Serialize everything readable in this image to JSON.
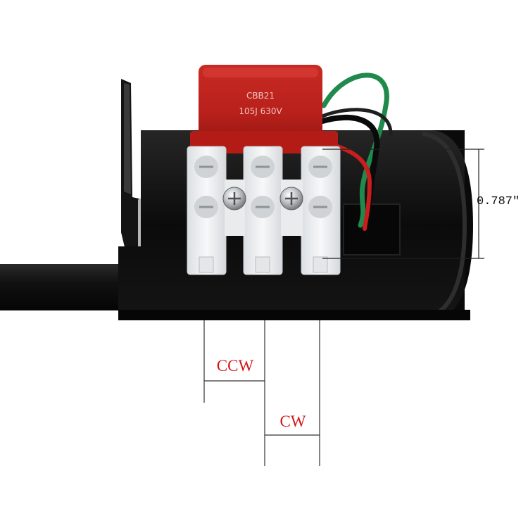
{
  "photo": {
    "capacitor": {
      "model": "CBB21",
      "rating": "105J 630V",
      "color": "#c21c17"
    },
    "terminal_block": {
      "positions": 3,
      "color": "#eef0f2"
    },
    "housing_color": "#0b0b0b",
    "wires": [
      "green",
      "black",
      "red"
    ]
  },
  "annotations": {
    "dimension": "0.787\"",
    "ccw_label": "CCW",
    "cw_label": "CW",
    "label_color": "#d01717"
  }
}
